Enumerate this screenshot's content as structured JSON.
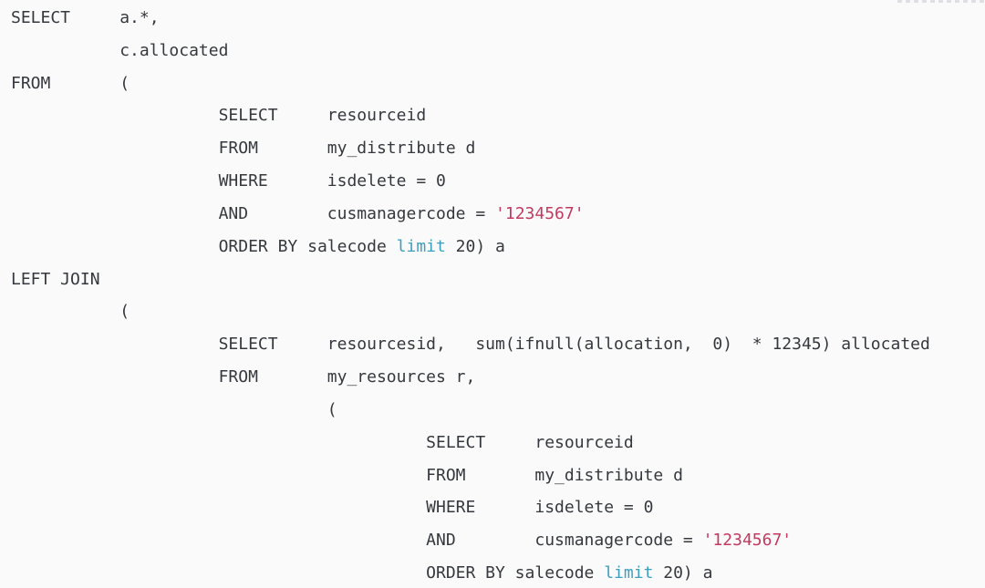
{
  "colors": {
    "background": "#fafafa",
    "plain": "#35383d",
    "string": "#c23a60",
    "keyword": "#3d9fbf",
    "watermark": "#c7cad0"
  },
  "code_block": {
    "lines": [
      [
        {
          "t": "SELECT     a.*,",
          "s": "plain"
        }
      ],
      [
        {
          "t": "           c.allocated",
          "s": "plain"
        }
      ],
      [
        {
          "t": "FROM       (",
          "s": "plain"
        }
      ],
      [
        {
          "t": "                     SELECT     resourceid",
          "s": "plain"
        }
      ],
      [
        {
          "t": "                     FROM       my_distribute d",
          "s": "plain"
        }
      ],
      [
        {
          "t": "                     WHERE      isdelete = 0",
          "s": "plain"
        }
      ],
      [
        {
          "t": "                     AND        cusmanagercode = ",
          "s": "plain"
        },
        {
          "t": "'1234567'",
          "s": "string"
        }
      ],
      [
        {
          "t": "                     ORDER BY salecode ",
          "s": "plain"
        },
        {
          "t": "limit",
          "s": "keyword"
        },
        {
          "t": " 20) a",
          "s": "plain"
        }
      ],
      [
        {
          "t": "LEFT JOIN",
          "s": "plain"
        }
      ],
      [
        {
          "t": "           (",
          "s": "plain"
        }
      ],
      [
        {
          "t": "                     SELECT     resourcesid,   sum(ifnull(allocation,  0)  * 12345) allocated",
          "s": "plain"
        }
      ],
      [
        {
          "t": "                     FROM       my_resources r,",
          "s": "plain"
        }
      ],
      [
        {
          "t": "                                (",
          "s": "plain"
        }
      ],
      [
        {
          "t": "                                          SELECT     resourceid",
          "s": "plain"
        }
      ],
      [
        {
          "t": "                                          FROM       my_distribute d",
          "s": "plain"
        }
      ],
      [
        {
          "t": "                                          WHERE      isdelete = 0",
          "s": "plain"
        }
      ],
      [
        {
          "t": "                                          AND        cusmanagercode = ",
          "s": "plain"
        },
        {
          "t": "'1234567'",
          "s": "string"
        }
      ],
      [
        {
          "t": "                                          ORDER BY salecode ",
          "s": "plain"
        },
        {
          "t": "limit",
          "s": "keyword"
        },
        {
          "t": " 20) a",
          "s": "plain"
        }
      ]
    ]
  }
}
